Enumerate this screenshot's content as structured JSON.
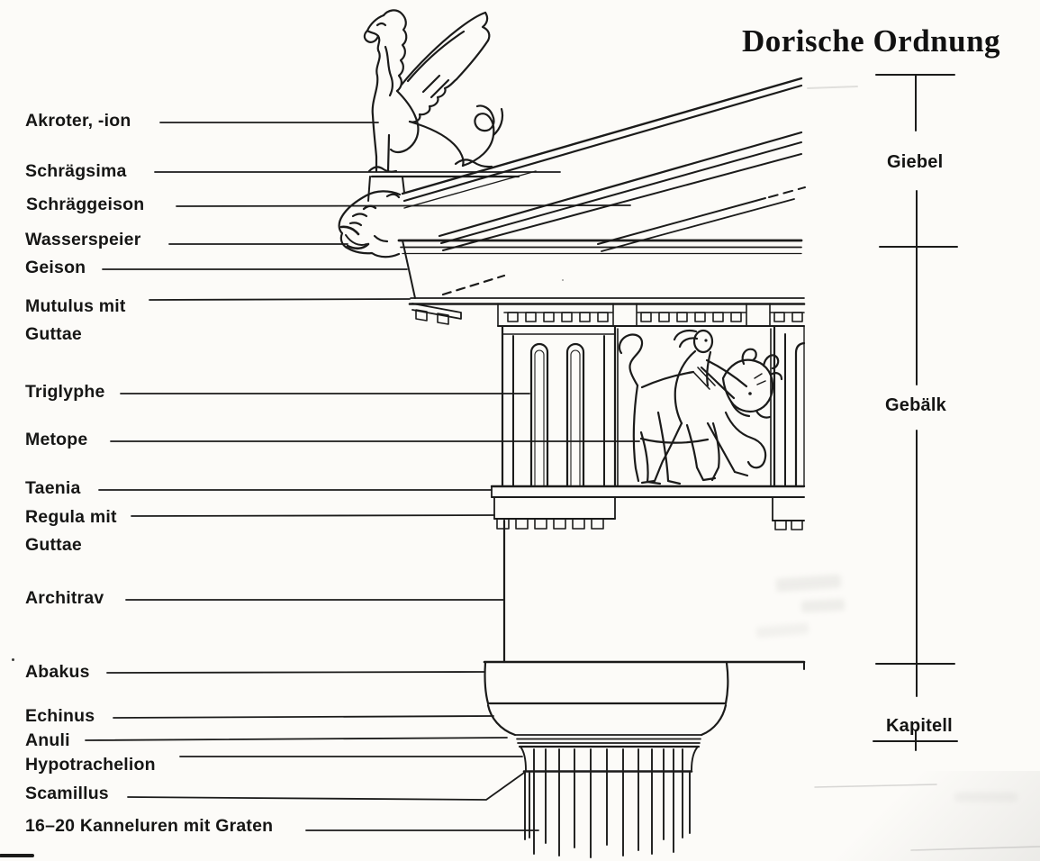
{
  "title": "Dorische Ordnung",
  "colors": {
    "ink": "#1b1b1a",
    "paper": "#fcfbf8"
  },
  "part_labels": {
    "akroter": "Akroter, -ion",
    "schraegsima": "Schrägsima",
    "schraeggeison": "Schräggeison",
    "wasserspeier": "Wasserspeier",
    "geison": "Geison",
    "mutulus": "Mutulus mit Guttae",
    "triglyphe": "Triglyphe",
    "metope": "Metope",
    "taenia": "Taenia",
    "regula": "Regula mit Guttae",
    "architrav": "Architrav",
    "abakus": "Abakus",
    "echinus": "Echinus",
    "anuli": "Anuli",
    "hypotrachelion": "Hypotrachelion",
    "scamillus": "Scamillus",
    "kanneluren": "16–20 Kanneluren mit Graten"
  },
  "section_labels": {
    "giebel": "Giebel",
    "gebaelk": "Gebälk",
    "kapitell": "Kapitell"
  }
}
